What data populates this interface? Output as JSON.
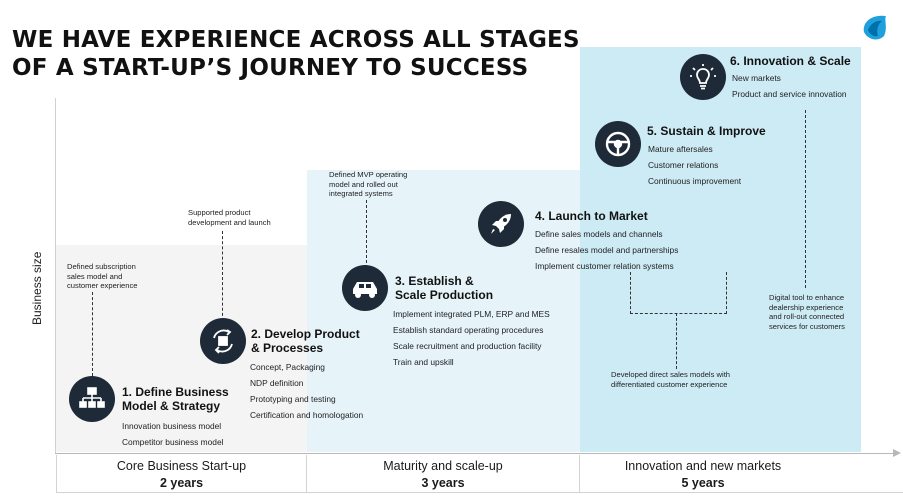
{
  "title": "WE HAVE EXPERIENCE ACROSS ALL STAGES\nOF A START-UP’S JOURNEY TO SUCCESS",
  "y_axis_label": "Business size",
  "phases": [
    {
      "name": "Core Business Start-up",
      "duration": "2 years"
    },
    {
      "name": "Maturity and scale-up",
      "duration": "3 years"
    },
    {
      "name": "Innovation and new markets",
      "duration": "5 years"
    }
  ],
  "steps": [
    {
      "title": "1. Define Business\nModel & Strategy",
      "icon": "org-chart-icon",
      "items": [
        "Innovation business model",
        "Competitor business model"
      ]
    },
    {
      "title": "2. Develop Product\n& Processes",
      "icon": "gear-cycle-icon",
      "items": [
        "Concept, Packaging",
        "NDP definition",
        "Prototyping and testing",
        "Certification and homologation"
      ]
    },
    {
      "title": "3. Establish &\nScale Production",
      "icon": "car-icon",
      "items": [
        "Implement integrated PLM, ERP and MES",
        "Establish standard operating procedures",
        "Scale recruitment and production facility",
        "Train and upskill"
      ]
    },
    {
      "title": "4. Launch to Market",
      "icon": "rocket-icon",
      "items": [
        "Define sales models and channels",
        "Define resales model and partnerships",
        "Implement customer relation systems"
      ]
    },
    {
      "title": "5. Sustain & Improve",
      "icon": "steering-wheel-icon",
      "items": [
        "Mature aftersales",
        "Customer relations",
        "Continuous improvement"
      ]
    },
    {
      "title": "6. Innovation & Scale",
      "icon": "lightbulb-icon",
      "items": [
        "New markets",
        "Product and service innovation"
      ]
    }
  ],
  "notes": {
    "subscription": "Defined subscription\nsales model and\ncustomer experience",
    "supported": "Supported product\ndevelopment and launch",
    "mvp": "Defined MVP operating\nmodel and rolled out\nintegrated systems",
    "direct_sales": "Developed direct sales models with\ndifferentiated customer experience",
    "digital_tool": "Digital tool to enhance\ndealership experience\nand roll-out connected\nservices for customers"
  },
  "colors": {
    "zone1": "#f4f4f4",
    "zone2": "#e6f4fa",
    "zone3": "#cdebf5",
    "icon_bg": "#1f2a38",
    "logo": "#1ea0dc"
  }
}
